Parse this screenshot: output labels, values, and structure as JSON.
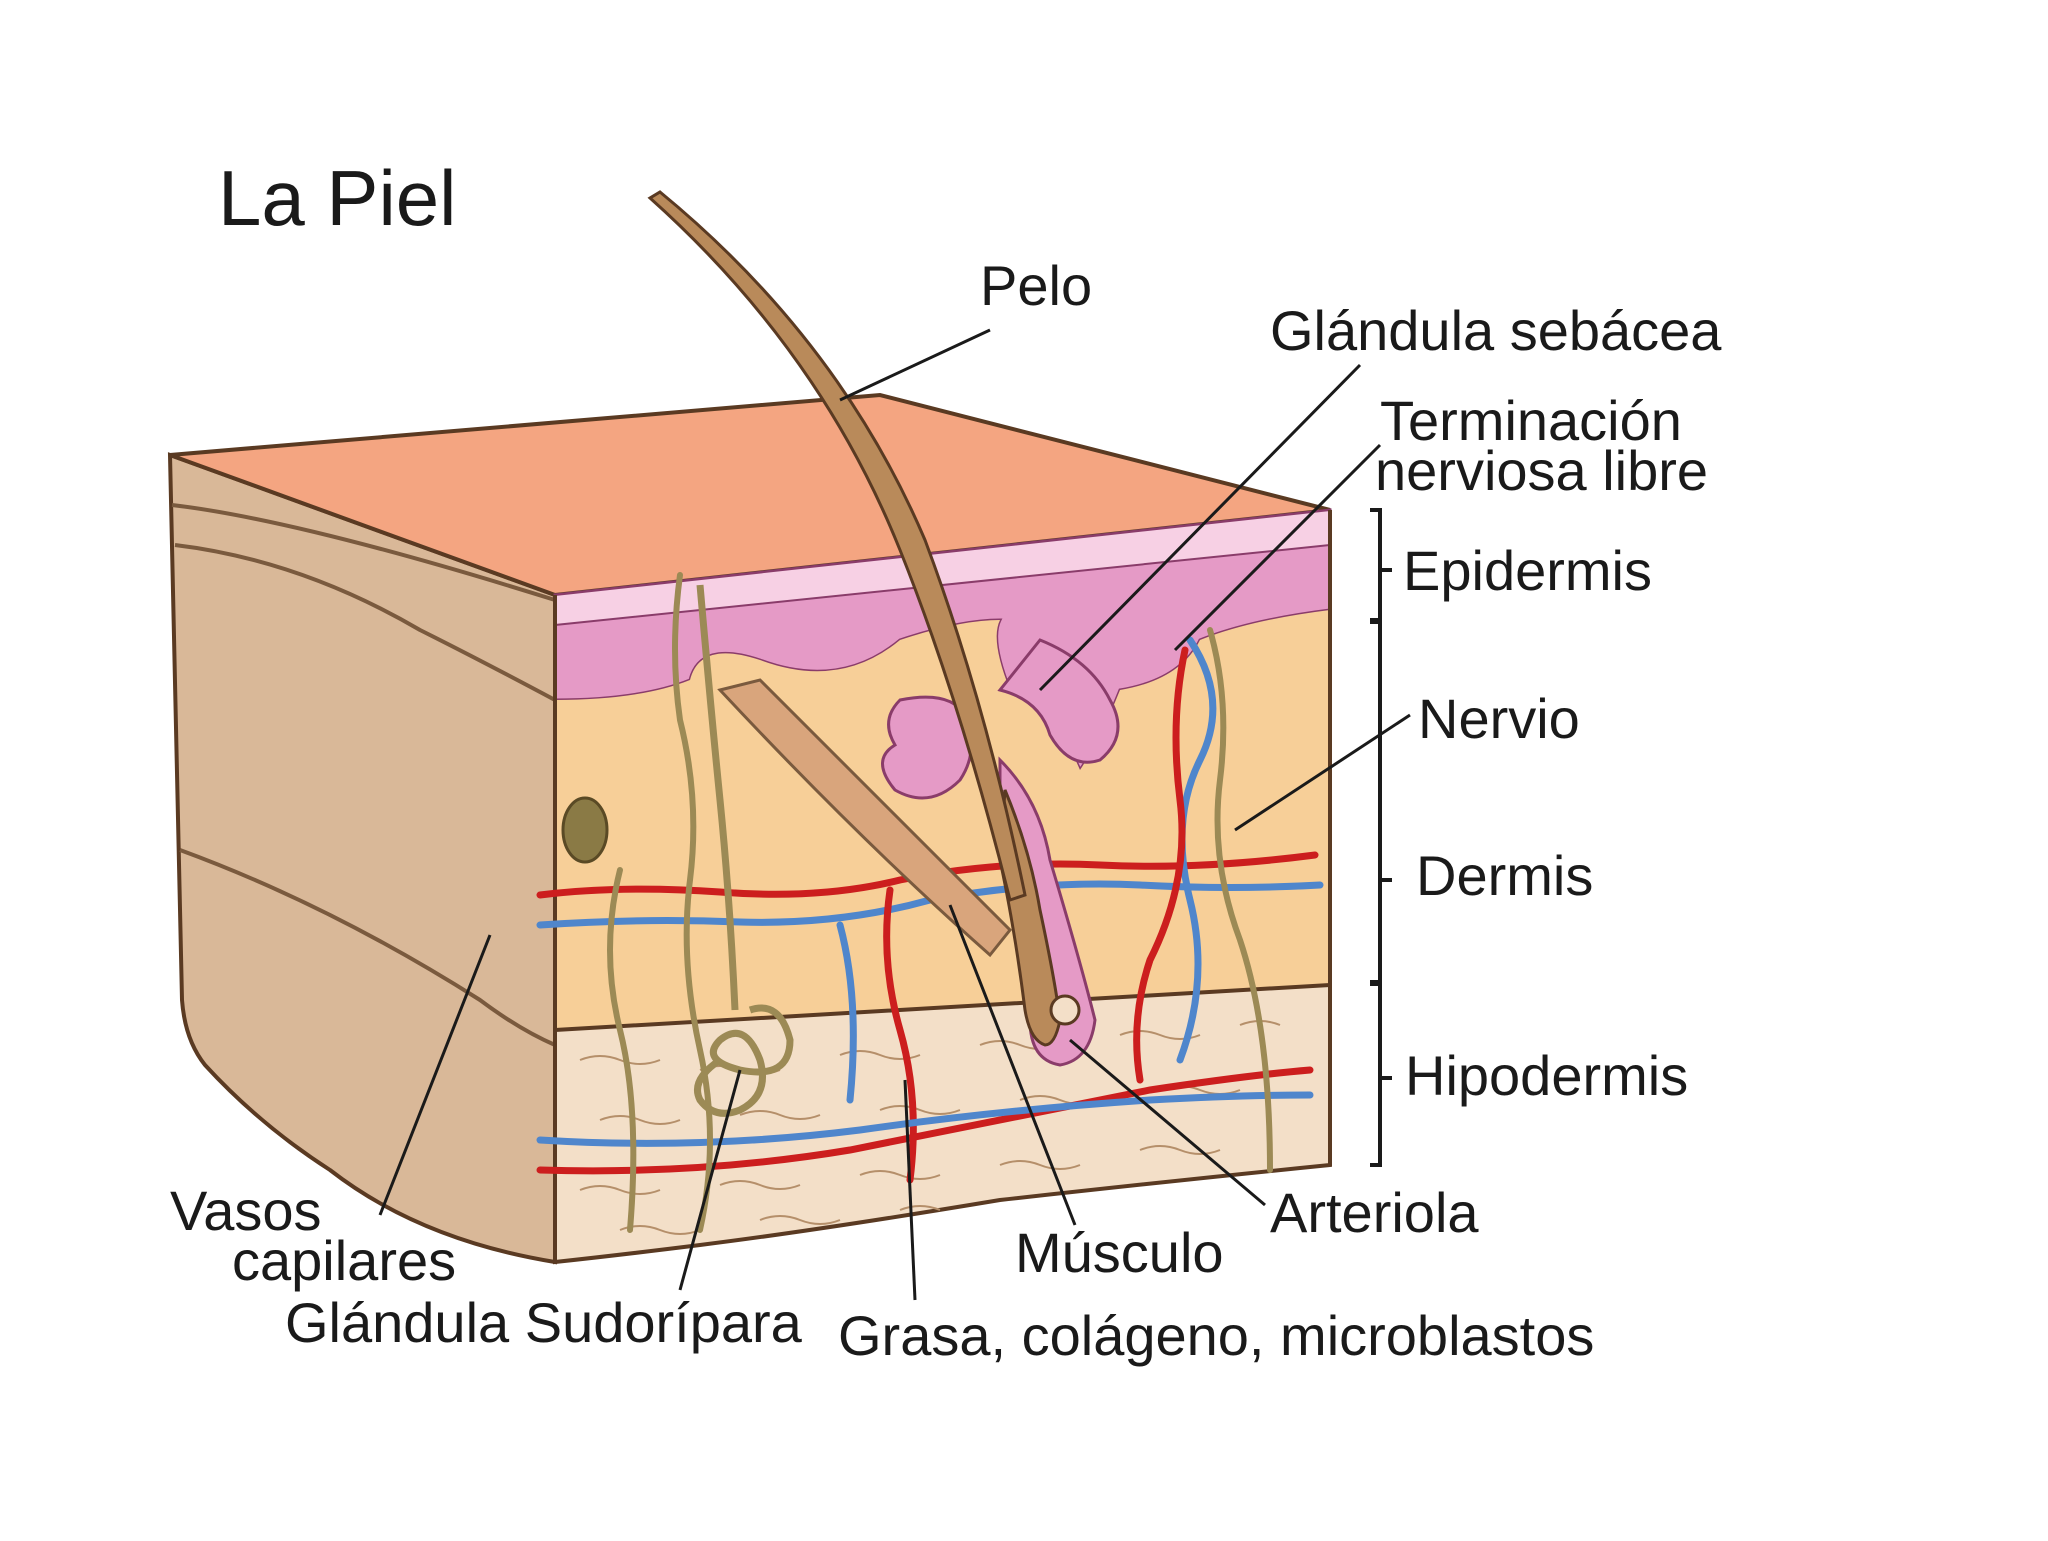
{
  "title": "La Piel",
  "labels": {
    "pelo": "Pelo",
    "glandula_sebacea": "Glándula sebácea",
    "terminacion_line1": "Terminación",
    "terminacion_line2": "nerviosa libre",
    "epidermis": "Epidermis",
    "nervio": "Nervio",
    "dermis": "Dermis",
    "hipodermis": "Hipodermis",
    "vasos_line1": "Vasos",
    "vasos_line2": "capilares",
    "glandula_sudoripara": "Glándula Sudorípara",
    "musculo": "Músculo",
    "arteriola": "Arteriola",
    "grasa": "Grasa, colágeno, microblastos"
  },
  "colors": {
    "skin_top": "#f4a581",
    "side_face": "#d9b898",
    "epidermis": "#e59ac6",
    "dermis": "#f7cf98",
    "hypodermis": "#f3dfc8",
    "hair": "#b98a5a",
    "artery": "#cc1e1e",
    "vein": "#4f86cc",
    "nerve": "#9c8a55"
  }
}
